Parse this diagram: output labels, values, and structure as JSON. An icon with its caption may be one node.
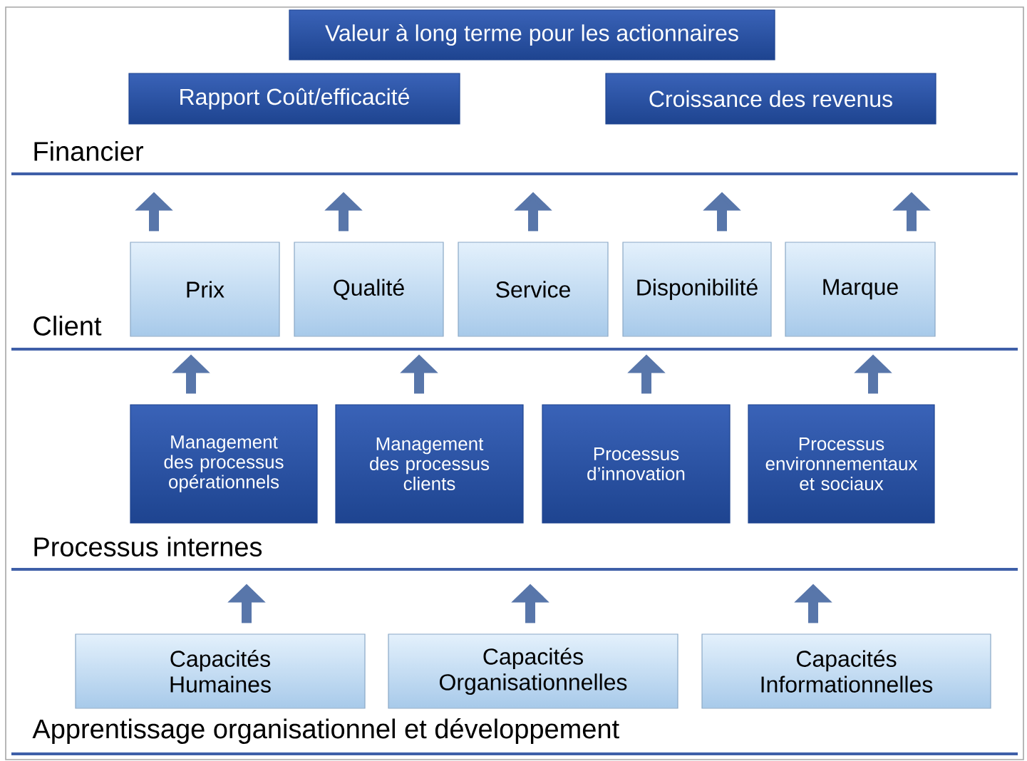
{
  "diagram": {
    "nodes": [
      {
        "text": [
          "Valeur à long terme pour les actionnaires"
        ]
      },
      {
        "text": [
          "Rapport Coût/efficacité"
        ]
      },
      {
        "text": [
          "Croissance des revenus"
        ]
      },
      {
        "text": [
          "Prix"
        ]
      },
      {
        "text": [
          "Qualité"
        ]
      },
      {
        "text": [
          "Service"
        ]
      },
      {
        "text": [
          "Disponibilité"
        ]
      },
      {
        "text": [
          "Marque"
        ]
      },
      {
        "text": [
          "Management des processus opérationnels"
        ]
      },
      {
        "text": [
          "Management des processus clients"
        ]
      },
      {
        "text": [
          "Processus d’innovation"
        ]
      },
      {
        "text": [
          "Processus environnementaux et sociaux"
        ]
      },
      {
        "text": [
          "Capacités Humaines"
        ]
      },
      {
        "text": [
          "Capacités Organisationnelles"
        ]
      },
      {
        "text": [
          "Capacités Informationnelles"
        ]
      }
    ],
    "edges": [
      {
        "from": 3,
        "to": null,
        "arrow": "to"
      },
      {
        "from": 4,
        "to": null,
        "arrow": "to"
      },
      {
        "from": 5,
        "to": null,
        "arrow": "to"
      },
      {
        "from": 6,
        "to": null,
        "arrow": "to"
      },
      {
        "from": 7,
        "to": null,
        "arrow": "to"
      },
      {
        "from": 8,
        "to": null,
        "arrow": "to"
      },
      {
        "from": 9,
        "to": null,
        "arrow": "to"
      },
      {
        "from": 10,
        "to": null,
        "arrow": "to"
      },
      {
        "from": 11,
        "to": null,
        "arrow": "to"
      },
      {
        "from": 12,
        "to": null,
        "arrow": "to"
      },
      {
        "from": 13,
        "to": null,
        "arrow": "to"
      },
      {
        "from": 14,
        "to": null,
        "arrow": "to"
      }
    ],
    "labels": [
      "Financier",
      "Client",
      "Processus internes",
      "Apprentissage organisationnel et développement"
    ]
  }
}
